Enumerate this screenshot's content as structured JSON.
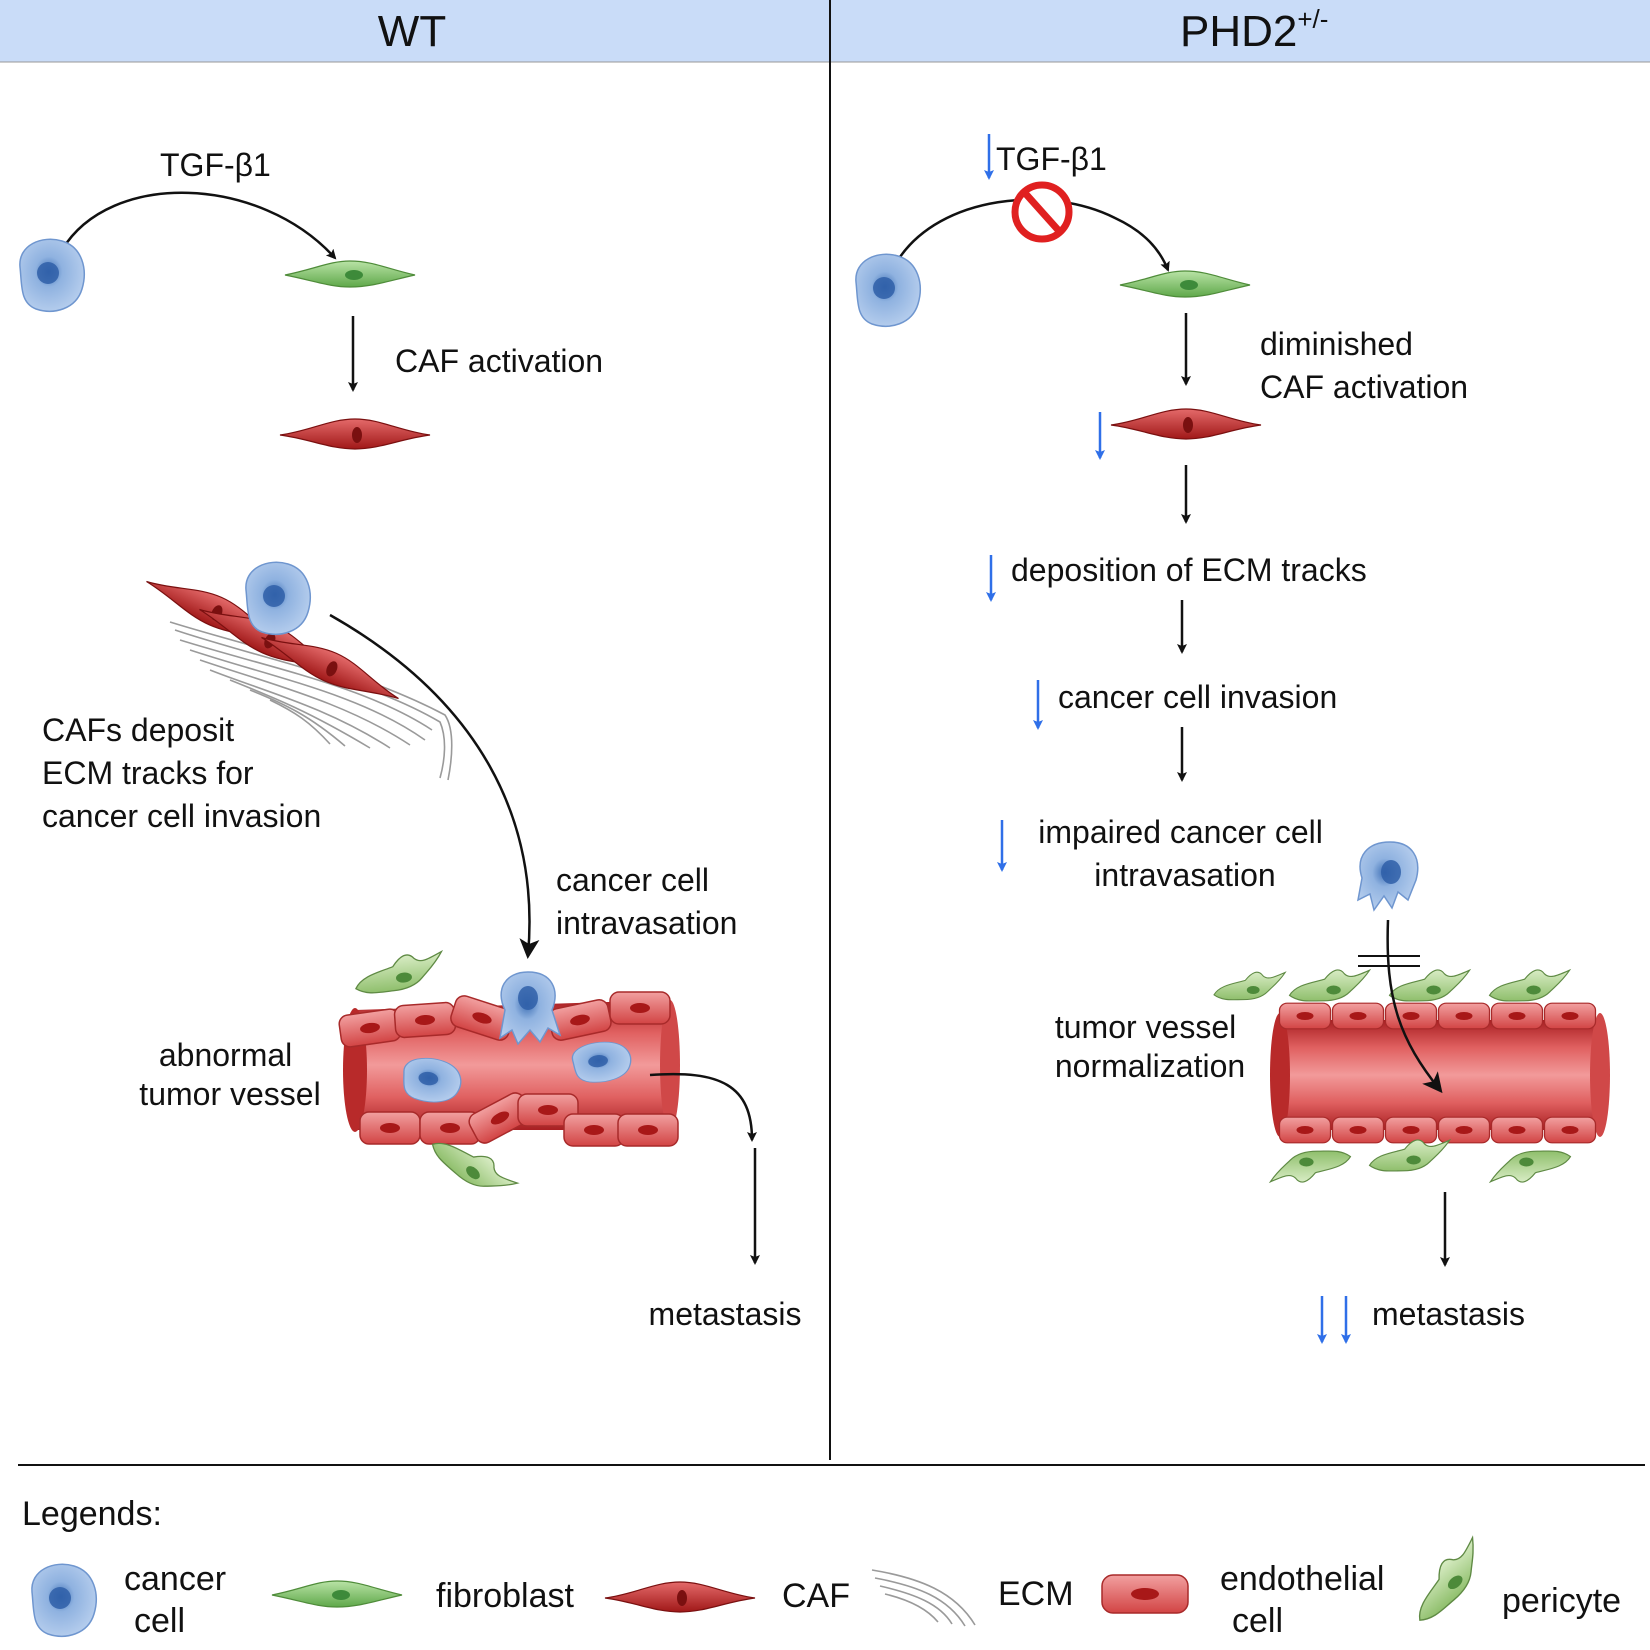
{
  "panels": {
    "wt": {
      "header": "WT",
      "tgf": "TGF-β1",
      "caf_activation": "CAF activation",
      "cafs_deposit": [
        "CAFs deposit",
        "ECM tracks for",
        "cancer cell invasion"
      ],
      "intravasation": [
        "cancer cell",
        "intravasation"
      ],
      "abnormal_vessel": [
        "abnormal",
        "tumor vessel"
      ],
      "metastasis": "metastasis"
    },
    "phd2": {
      "header_main": "PHD2",
      "header_sup": "+/-",
      "tgf": "TGF-β1",
      "diminished": [
        "diminished",
        "CAF activation"
      ],
      "deposition": "deposition of ECM tracks",
      "invasion": "cancer cell invasion",
      "impaired": [
        "impaired cancer cell",
        "intravasation"
      ],
      "normalization": [
        "tumor vessel",
        "normalization"
      ],
      "metastasis": "metastasis"
    }
  },
  "legend": {
    "title": "Legends:",
    "cancer_cell": [
      "cancer",
      "cell"
    ],
    "fibroblast": "fibroblast",
    "caf": "CAF",
    "ecm": "ECM",
    "endothelial": [
      "endothelial",
      "cell"
    ],
    "pericyte": "pericyte"
  },
  "colors": {
    "header_bg": "#c9dcf8",
    "decrease_arrow": "#2f6fe8",
    "cancer_cell": "#7fa6dc",
    "fibroblast": "#8fcc74",
    "caf": "#c9292b",
    "endothelial": "#d94d4d",
    "pericyte": "#a8cc8a",
    "inhibit": "#e02020"
  }
}
